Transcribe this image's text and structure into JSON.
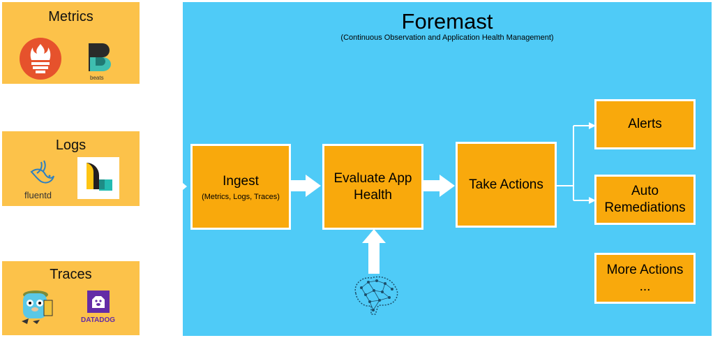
{
  "sources": {
    "metrics": {
      "title": "Metrics",
      "beats_label": "beats"
    },
    "logs": {
      "title": "Logs",
      "fluentd_label": "fluentd"
    },
    "traces": {
      "title": "Traces",
      "datadog_label": "DATADOG"
    }
  },
  "panel": {
    "title": "Foremast",
    "subtitle": "(Continuous Observation and Application Health Management)"
  },
  "steps": {
    "ingest": {
      "label": "Ingest",
      "sublabel": "(Metrics, Logs, Traces)"
    },
    "evaluate": {
      "line1": "Evaluate App",
      "line2": "Health"
    },
    "actions": {
      "label": "Take Actions"
    }
  },
  "outcomes": {
    "alerts": {
      "label": "Alerts"
    },
    "remediations": {
      "line1": "Auto",
      "line2": "Remediations"
    },
    "more": {
      "line1": "More Actions",
      "line2": "..."
    }
  },
  "colors": {
    "source_box": "#fcc24a",
    "panel": "#4fcbf7",
    "step_box": "#f9a90c",
    "arrow": "#ffffff"
  },
  "icons": {
    "metrics": [
      "prometheus-icon",
      "beats-icon"
    ],
    "logs": [
      "fluentd-icon",
      "elastic-logs-icon"
    ],
    "traces": [
      "jaeger-gopher-icon",
      "datadog-icon"
    ],
    "evaluation_input": "brain-network-icon"
  }
}
